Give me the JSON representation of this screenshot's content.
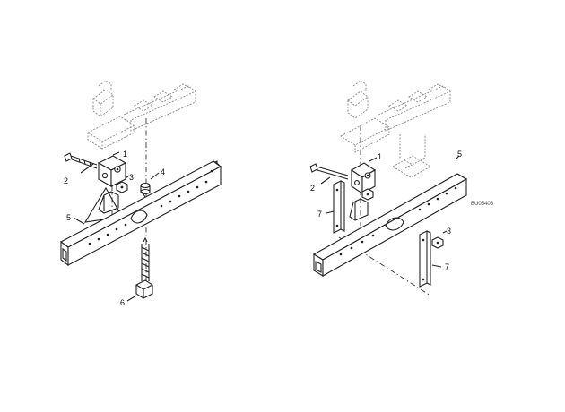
{
  "left_view": {
    "callouts": [
      {
        "id": "1",
        "text": "1"
      },
      {
        "id": "2",
        "text": "2"
      },
      {
        "id": "3",
        "text": "3"
      },
      {
        "id": "4",
        "text": "4"
      },
      {
        "id": "5",
        "text": "5"
      },
      {
        "id": "6",
        "text": "6"
      }
    ]
  },
  "right_view": {
    "callouts": [
      {
        "id": "1",
        "text": "1"
      },
      {
        "id": "2",
        "text": "2"
      },
      {
        "id": "3",
        "text": "3"
      },
      {
        "id": "5",
        "text": "5"
      },
      {
        "id": "7a",
        "text": "7"
      },
      {
        "id": "7b",
        "text": "7"
      }
    ],
    "drawing_code": "BU05406"
  }
}
